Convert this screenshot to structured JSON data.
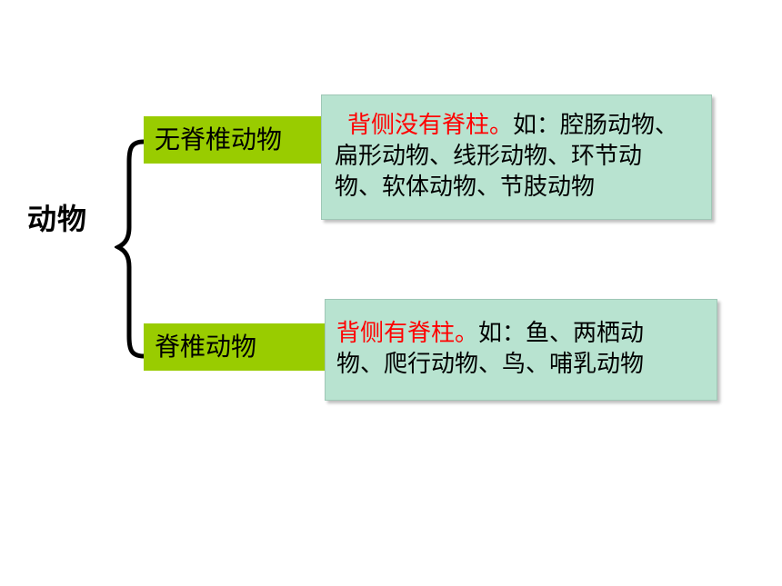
{
  "root": {
    "label": "动物"
  },
  "categories": [
    {
      "label": "无脊椎动物",
      "feature": "背侧没有脊柱。",
      "lines": [
        "如：腔肠动物、",
        "扁形动物、线形动物、环节动",
        "物、软体动物、节肢动物"
      ]
    },
    {
      "label": "脊椎动物",
      "feature": "背侧有脊柱。",
      "lines": [
        "如：鱼、两栖动",
        "物、爬行动物、鸟、哺乳动物"
      ]
    }
  ],
  "colors": {
    "category_fill": "#99cc00",
    "box_fill": "#b8e3d0",
    "feature_text": "#ff0000"
  }
}
